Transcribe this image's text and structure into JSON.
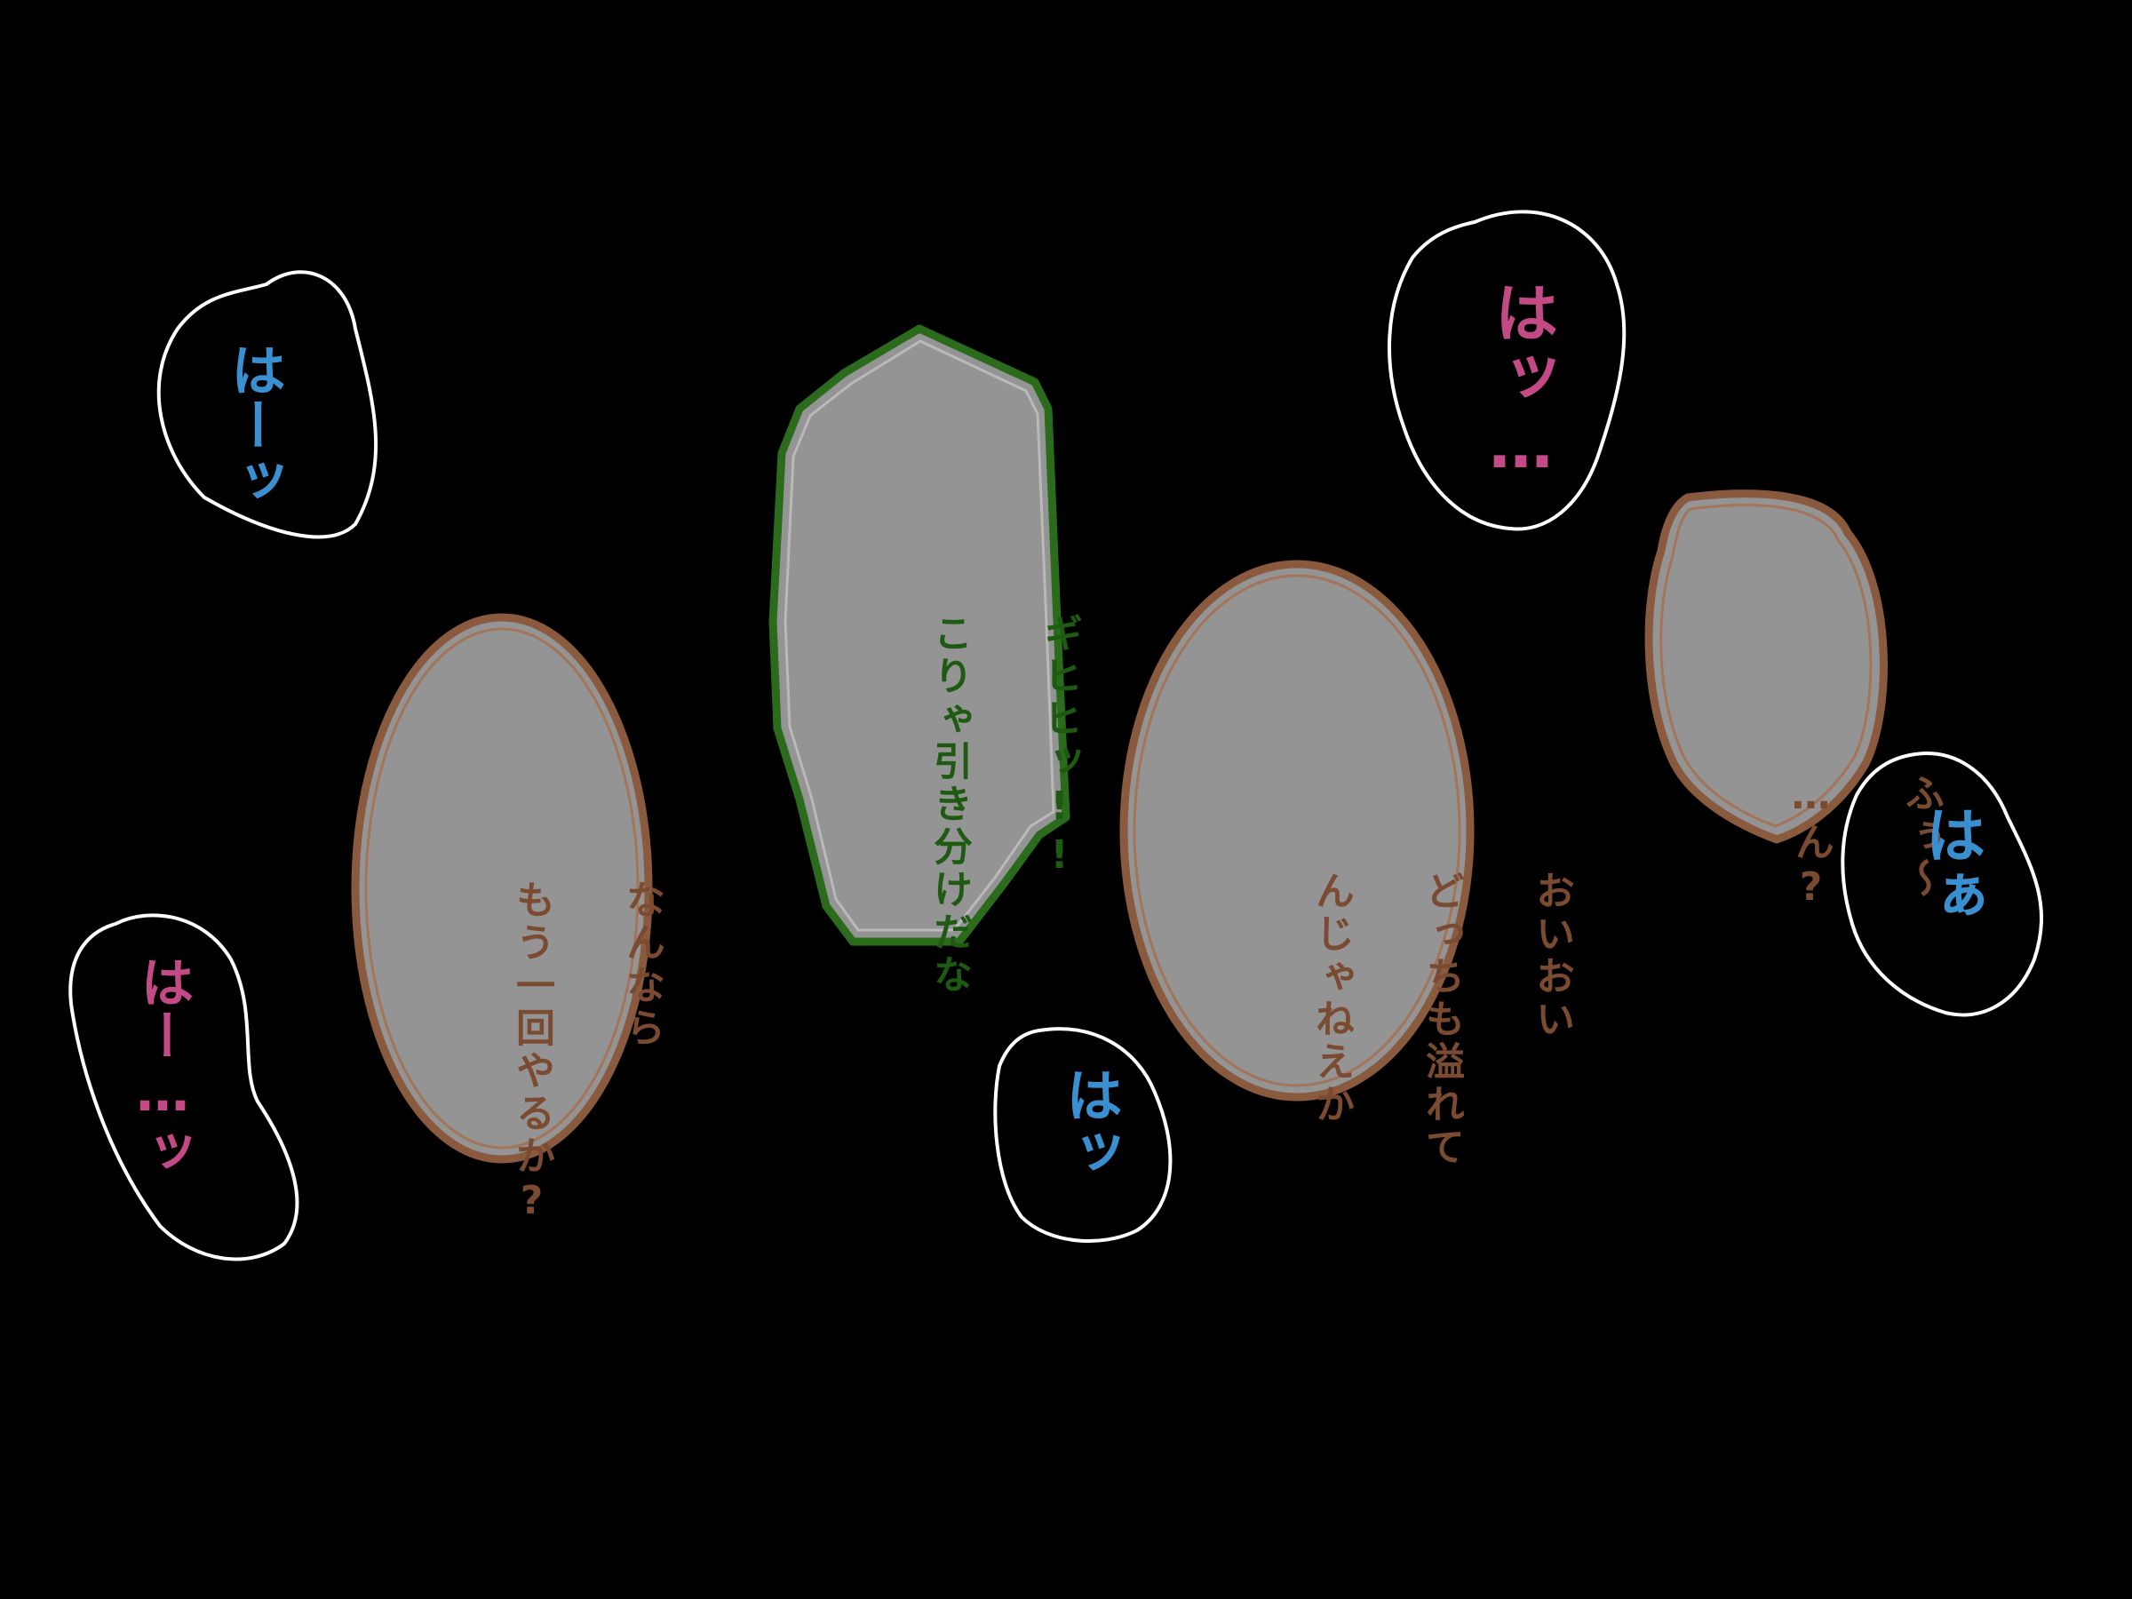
{
  "colors": {
    "background": "#000000",
    "speech_fill": "#949494",
    "brown_outline": "#8a5a3e",
    "green_outline": "#2a6b1c",
    "brown_text": "#7a4b31",
    "green_text": "#1f5a12",
    "sfx_blue": "#3a8fd0",
    "sfx_pink": "#c44a86",
    "sfx_outline": "#ffffff"
  },
  "speech": {
    "green": {
      "lines": [
        "ギヒヒッ!!",
        "こりゃ引き分けだな"
      ]
    },
    "left": {
      "lines": [
        "なんなら",
        "もう一回やるか?"
      ]
    },
    "center": {
      "lines": [
        "おいおい",
        "どっちも溢れて",
        "んじゃねえか"
      ]
    },
    "right": {
      "lines": [
        "ふぅ～",
        "…ん?"
      ]
    }
  },
  "sfx": {
    "top_left": {
      "text": "はーッ"
    },
    "bottom_left": {
      "text": "はー…ッ"
    },
    "bottom_mid": {
      "text": "はッ"
    },
    "top_right": {
      "text": "はッ…"
    },
    "far_right": {
      "text": "はぁ"
    }
  }
}
